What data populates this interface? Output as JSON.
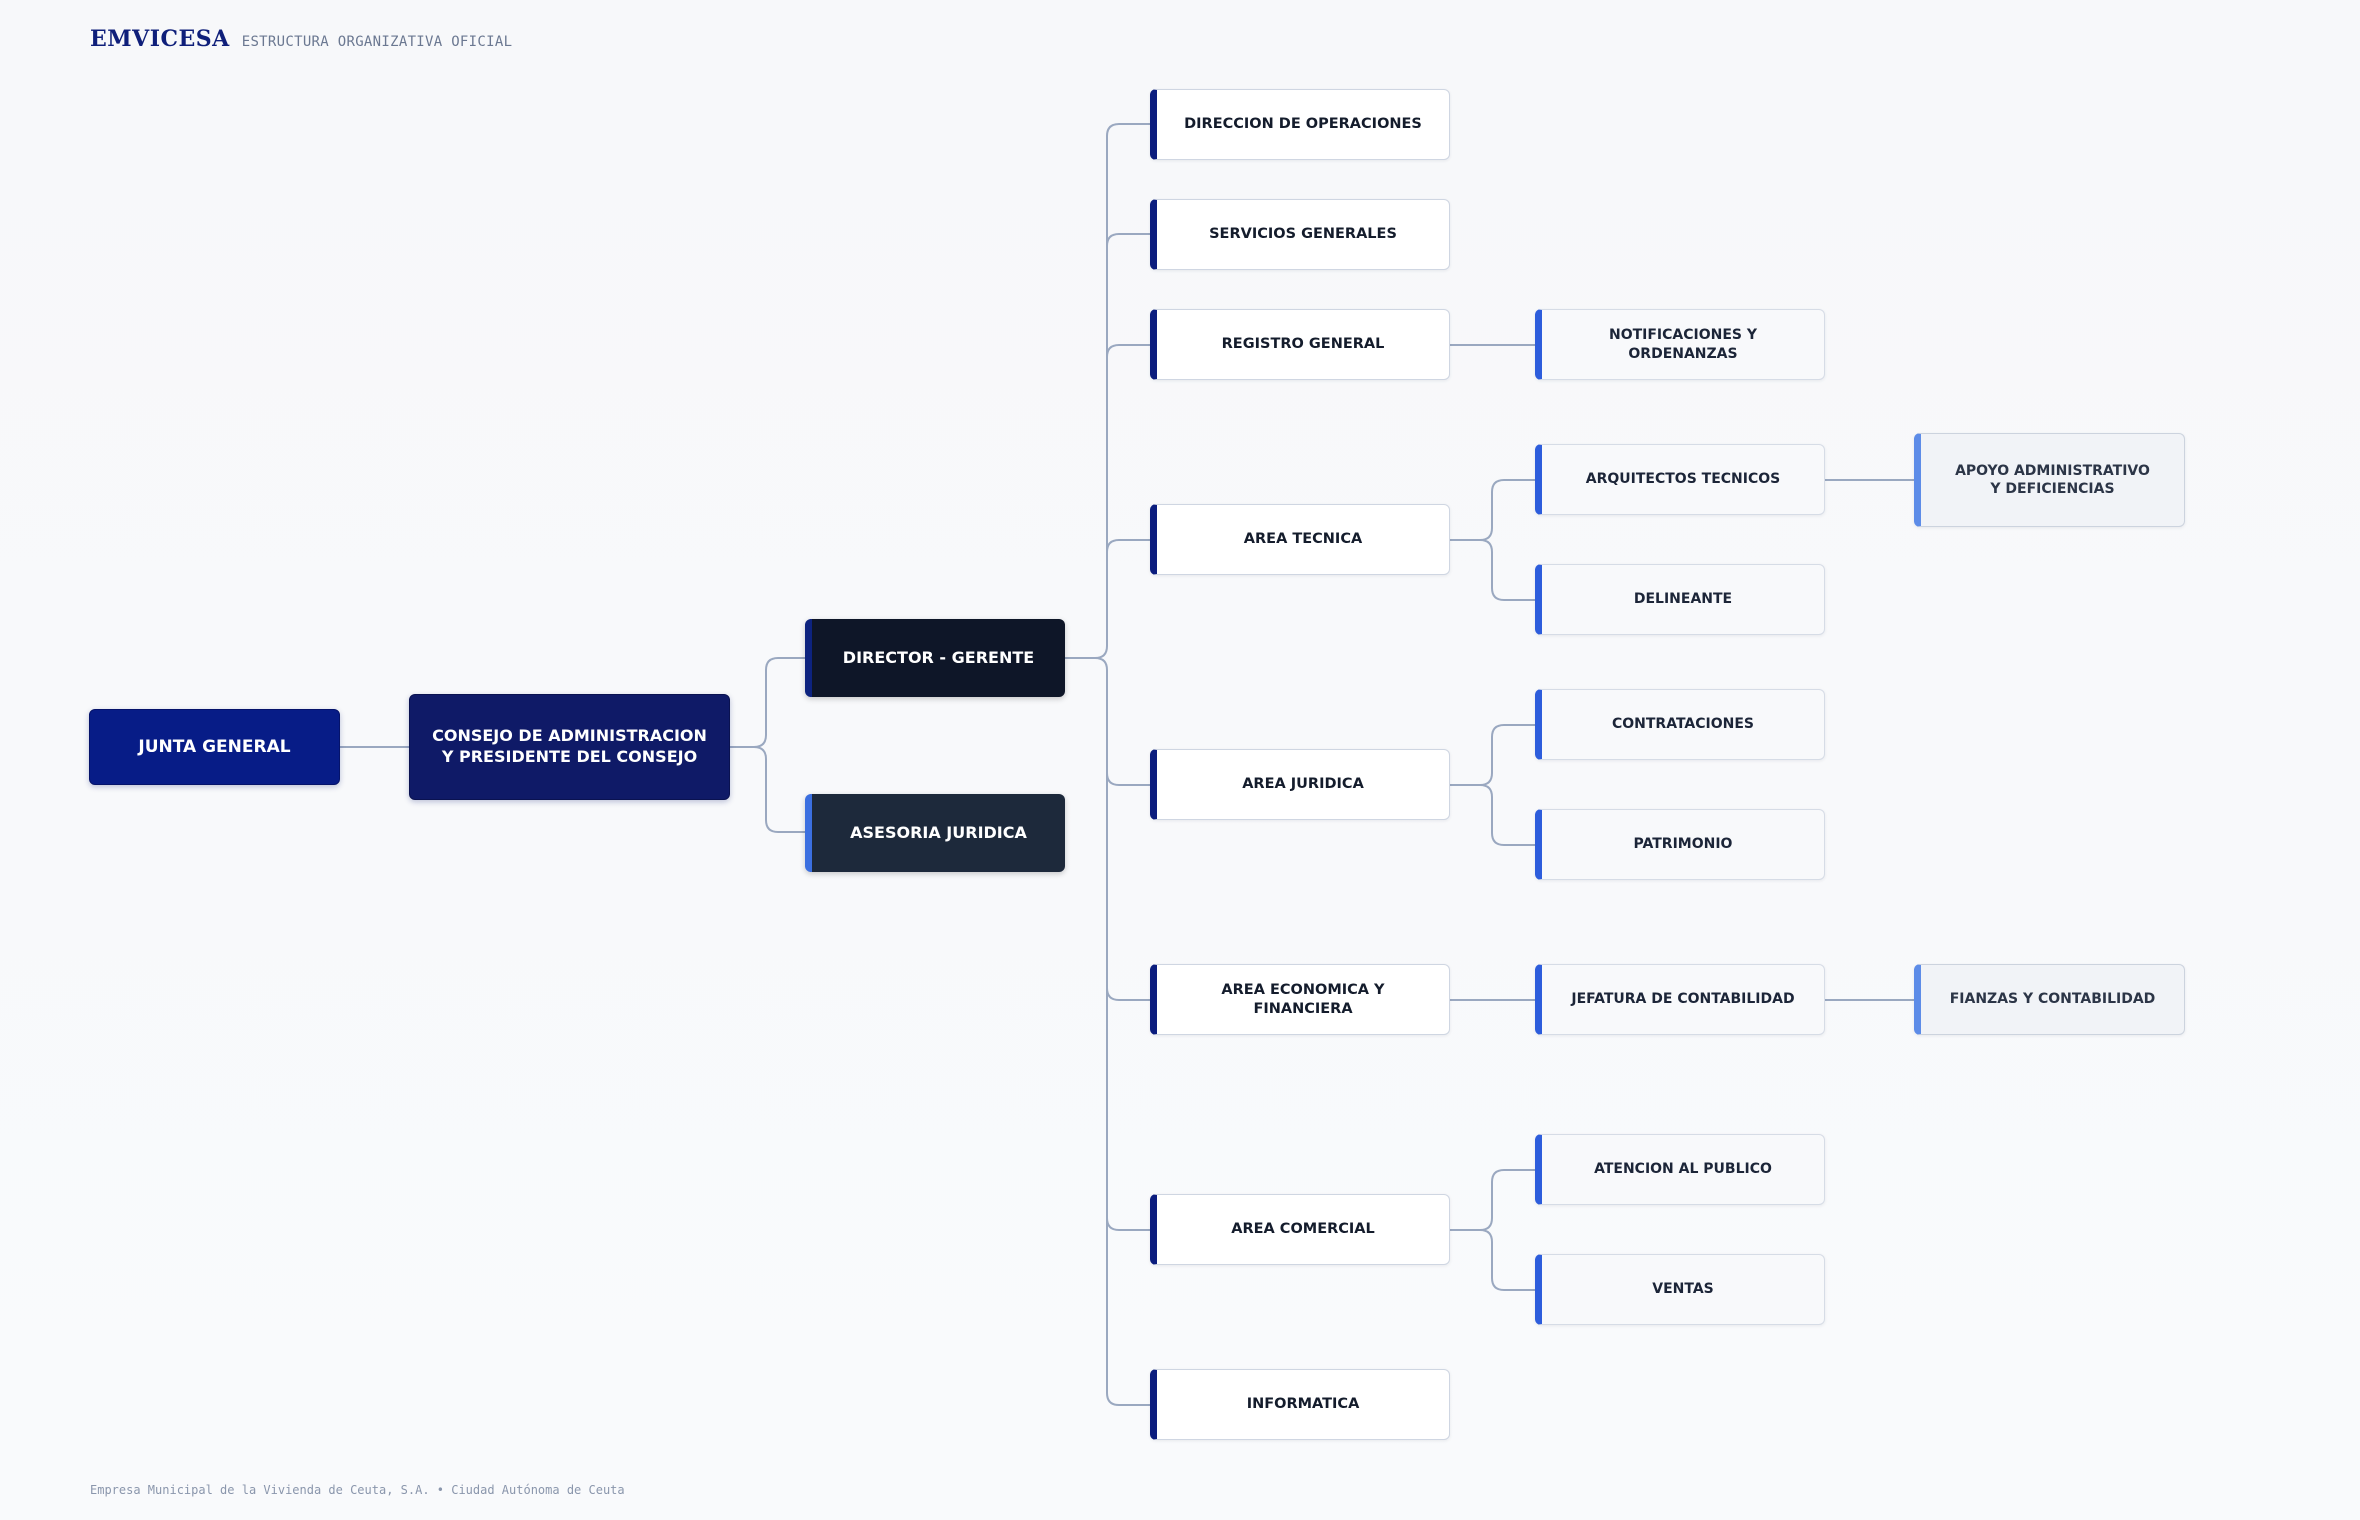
{
  "header": {
    "brand": "EMVICESA",
    "subtitle": "ESTRUCTURA ORGANIZATIVA OFICIAL"
  },
  "footer": {
    "text": "Empresa Municipal de la Vivienda de Ceuta, S.A. • Ciudad Autónoma de Ceuta"
  },
  "colors": {
    "brand": "#0f1f7a",
    "root_fill": "#071c87",
    "council_fill": "#0f1a67",
    "director_fill": "#0e1628",
    "advisory_fill": "#1d293b",
    "level1_accent": "#0b1d7e",
    "level2_accent": "#2d5ddc",
    "level3_accent": "#5d8ce8",
    "connector": "#9aa8c0"
  },
  "nodes": {
    "junta": {
      "label": "JUNTA GENERAL"
    },
    "consejo": {
      "line1": "CONSEJO DE ADMINISTRACION",
      "line2": "Y PRESIDENTE DEL CONSEJO"
    },
    "director": {
      "label": "DIRECTOR - GERENTE"
    },
    "asesoria": {
      "label": "ASESORIA JURIDICA"
    },
    "operaciones": {
      "label": "DIRECCION DE OPERACIONES"
    },
    "servicios": {
      "label": "SERVICIOS GENERALES"
    },
    "registro": {
      "label": "REGISTRO GENERAL"
    },
    "tecnica": {
      "label": "AREA TECNICA"
    },
    "juridica": {
      "label": "AREA JURIDICA"
    },
    "economica": {
      "label": "AREA ECONOMICA Y FINANCIERA"
    },
    "comercial": {
      "label": "AREA COMERCIAL"
    },
    "informatica": {
      "label": "INFORMATICA"
    },
    "notificaciones": {
      "label": "NOTIFICACIONES Y ORDENANZAS"
    },
    "arquitectos": {
      "label": "ARQUITECTOS TECNICOS"
    },
    "delineante": {
      "label": "DELINEANTE"
    },
    "contrataciones": {
      "label": "CONTRATACIONES"
    },
    "patrimonio": {
      "label": "PATRIMONIO"
    },
    "contabilidad": {
      "label": "JEFATURA DE CONTABILIDAD"
    },
    "atencion": {
      "label": "ATENCION AL PUBLICO"
    },
    "ventas": {
      "label": "VENTAS"
    },
    "apoyo": {
      "line1": "APOYO ADMINISTRATIVO",
      "line2": "Y DEFICIENCIAS"
    },
    "fianzas": {
      "label": "FIANZAS Y CONTABILIDAD"
    }
  }
}
